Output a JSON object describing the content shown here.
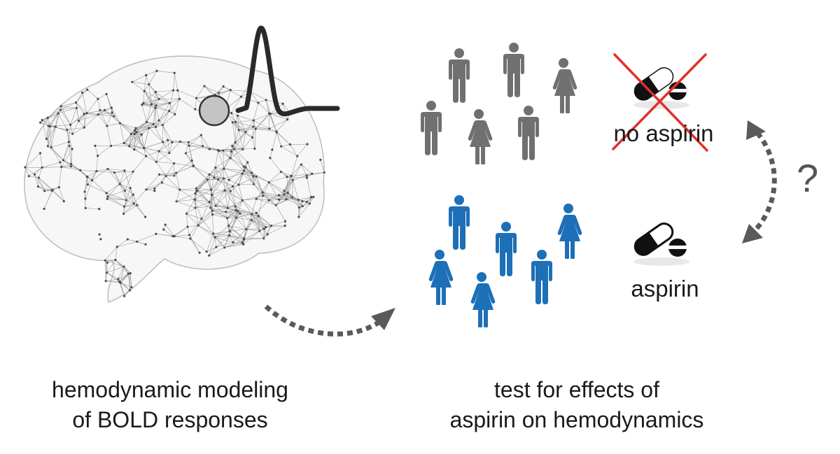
{
  "left_caption": {
    "line1": "hemodynamic modeling",
    "line2": "of BOLD responses"
  },
  "right_caption": {
    "line1": "test for effects of",
    "line2": "aspirin on hemodynamics"
  },
  "groups": {
    "control": {
      "label": "no aspirin",
      "color": "#707070",
      "figures": [
        "male",
        "male",
        "female",
        "male",
        "female",
        "male"
      ]
    },
    "treatment": {
      "label": "aspirin",
      "color": "#1d6fb8",
      "figures": [
        "male",
        "male",
        "female",
        "female",
        "female",
        "male"
      ]
    }
  },
  "comparison_mark": "?",
  "colors": {
    "cross": "#e0302a",
    "arrow": "#5a5a5a",
    "bold_curve": "#2a2a2a",
    "brain_nodes": "#4a4a4a"
  },
  "icons": [
    "brain-network-icon",
    "bold-response-curve-icon",
    "pill-capsule-icon",
    "pill-tablet-icon",
    "person-male-icon",
    "person-female-icon"
  ]
}
